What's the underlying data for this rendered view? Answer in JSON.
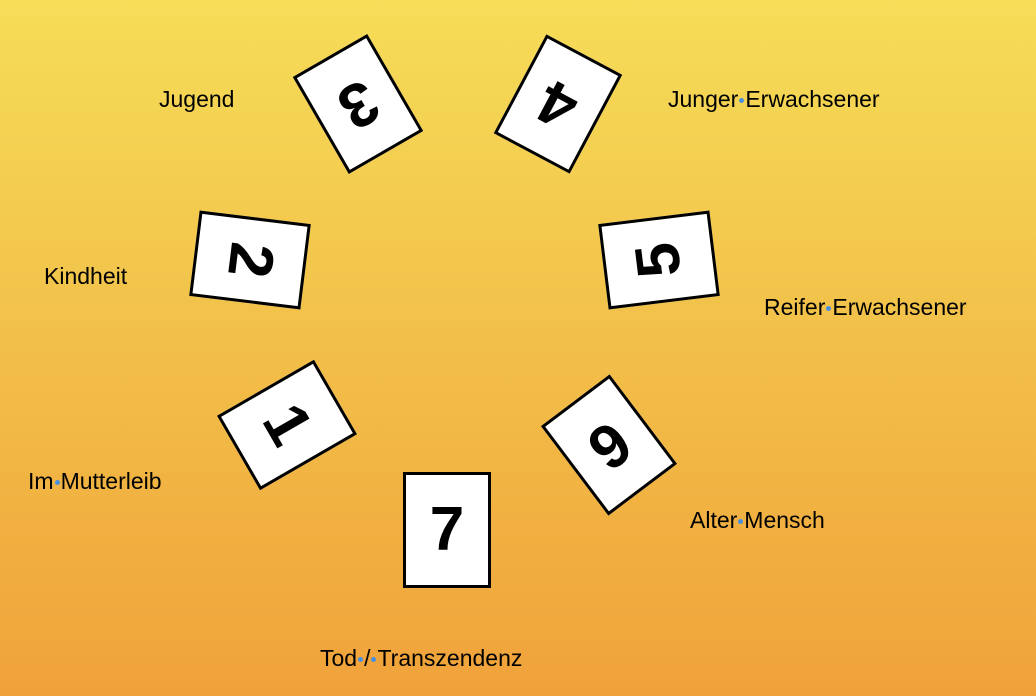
{
  "cards": [
    {
      "number": "1"
    },
    {
      "number": "2"
    },
    {
      "number": "3"
    },
    {
      "number": "4"
    },
    {
      "number": "5"
    },
    {
      "number": "6"
    },
    {
      "number": "7"
    }
  ],
  "labels": [
    {
      "words": [
        "Im",
        "Mutterleib"
      ]
    },
    {
      "words": [
        "Kindheit"
      ]
    },
    {
      "words": [
        "Jugend"
      ]
    },
    {
      "words": [
        "Junger",
        "Erwachsener"
      ]
    },
    {
      "words": [
        "Reifer",
        "Erwachsener"
      ]
    },
    {
      "words": [
        "Alter",
        "Mensch"
      ]
    },
    {
      "words": [
        "Tod",
        "/",
        "Transzendenz"
      ]
    }
  ],
  "colors": {
    "space_marker": "#4A8FE0",
    "bg_top": "#F6DD58",
    "bg_bottom": "#F0A23A"
  }
}
